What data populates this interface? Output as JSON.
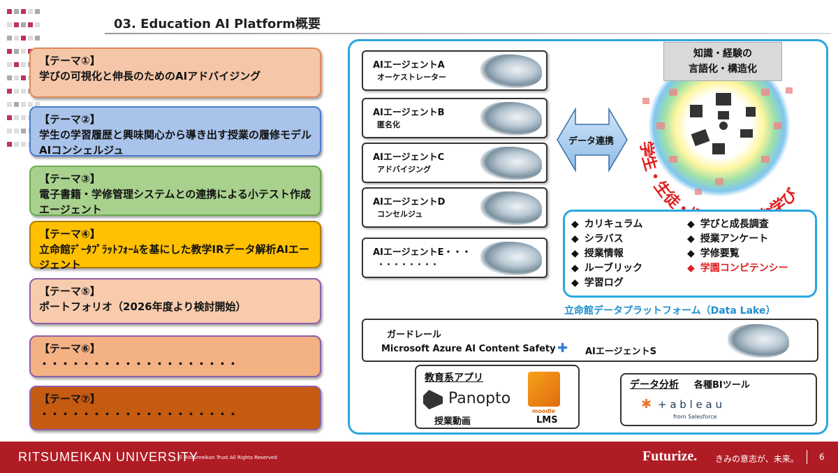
{
  "header": {
    "title": "03. Education AI Platform概要"
  },
  "themes": [
    {
      "head": "【テーマ①】",
      "body": "学びの可視化と伸長のためのAIアドバイジング",
      "bg": "#f5c6a8",
      "border": "#e08a5a"
    },
    {
      "head": "【テーマ②】",
      "body": "学生の学習履歴と興味関心から導き出す授業の履修モデルAIコンシェルジュ",
      "bg": "#a9c3ea",
      "border": "#4a7bd0"
    },
    {
      "head": "【テーマ③】",
      "body": "電子書籍・学修管理システムとの連携による小テスト作成エージェント",
      "bg": "#a9d18e",
      "border": "#6aa84f"
    },
    {
      "head": "【テーマ④】",
      "body": "立命館ﾃﾞｰﾀﾌﾟﾗｯﾄﾌｫｰﾑを基にした教学IRデータ解析AIエージェント",
      "bg": "#ffc000",
      "border": "#b07a00"
    },
    {
      "head": "【テーマ⑤】",
      "body": "ポートフォリオ（2026年度より検討開始）",
      "bg": "#f8cbad",
      "border": "#8e5fa8"
    },
    {
      "head": "【テーマ⑥】",
      "body": "・・・・・・・・・・・・・・・・・・・",
      "bg": "#f4b183",
      "border": "#8e5fa8"
    },
    {
      "head": "【テーマ⑦】",
      "body": "・・・・・・・・・・・・・・・・・・・",
      "bg": "#c55a11",
      "border": "#8e5fa8"
    }
  ],
  "agents": [
    {
      "name": "AIエージェントA",
      "sub": "オーケストレーター"
    },
    {
      "name": "AIエージェントB",
      "sub": "匿名化"
    },
    {
      "name": "AIエージェントC",
      "sub": "アドバイジング"
    },
    {
      "name": "AIエージェントD",
      "sub": "コンセルジュ"
    },
    {
      "name": "AIエージェントE・・・",
      "sub": "・・・・・・・・"
    }
  ],
  "link_label": "データ連携",
  "knowledge": {
    "line1": "知識・経験の",
    "line2": "言語化・構造化"
  },
  "arc_text": "学生・生徒・児童の多様な学び",
  "datalake": {
    "left": [
      "カリキュラム",
      "シラバス",
      "授業情報",
      "ルーブリック",
      "学習ログ"
    ],
    "right": [
      "学びと成長調査",
      "授業アンケート",
      "学修要覧",
      "学園コンピテンシー"
    ],
    "bullet": "◆",
    "label": "立命館データプラットフォーム（Data Lake）",
    "highlight_color": "#e02020"
  },
  "guardrail": {
    "title": "ガードレール",
    "product": "Microsoft Azure AI Content Safety",
    "plus": "✚",
    "agent": "AIエージェントS"
  },
  "apps": {
    "heading": "教育系アプリ",
    "panopto": "Panopto",
    "panopto_caption": "授業動画",
    "moodle": "moodle",
    "lms": "LMS"
  },
  "bi": {
    "heading": "データ分析",
    "sub": "各種BIツール",
    "tableau": "+ a b l e a u",
    "from": "from Salesforce"
  },
  "footer": {
    "university": "RITSUMEIKAN UNIVERSITY",
    "copyright": "© Ritsumeikan Trust All Rights Reserved",
    "futurize": "Futurize.",
    "slogan": "きみの意志が、未来。",
    "page": "6"
  }
}
